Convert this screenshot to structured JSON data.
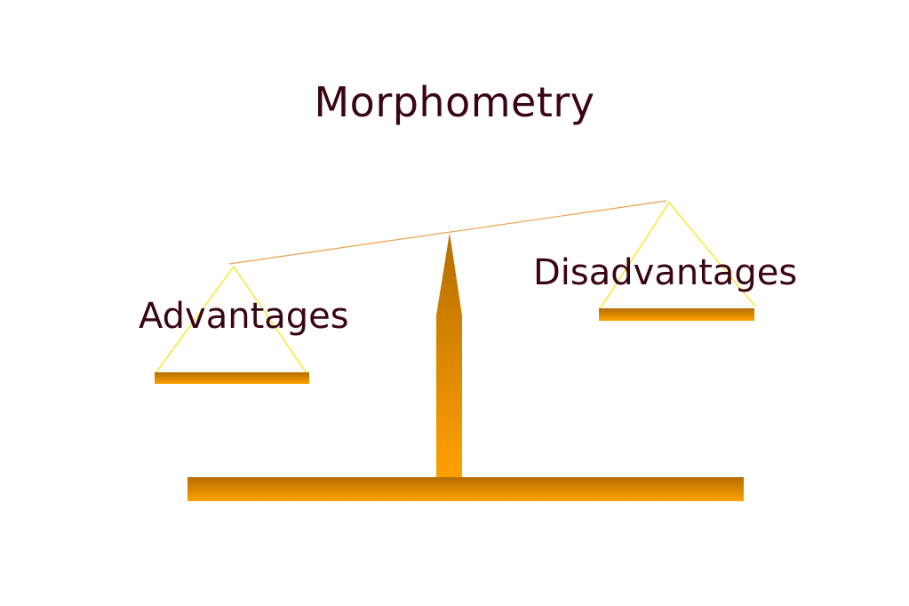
{
  "slide": {
    "title": "Morphometry",
    "left_pan_label": "Advantages",
    "right_pan_label": "Disadvantages"
  },
  "colors": {
    "text": "#3a0512",
    "scale_dark": "#b46e00",
    "scale_light": "#ffa000",
    "beam_line": "#f0a050",
    "string_line": "#f2e600"
  }
}
